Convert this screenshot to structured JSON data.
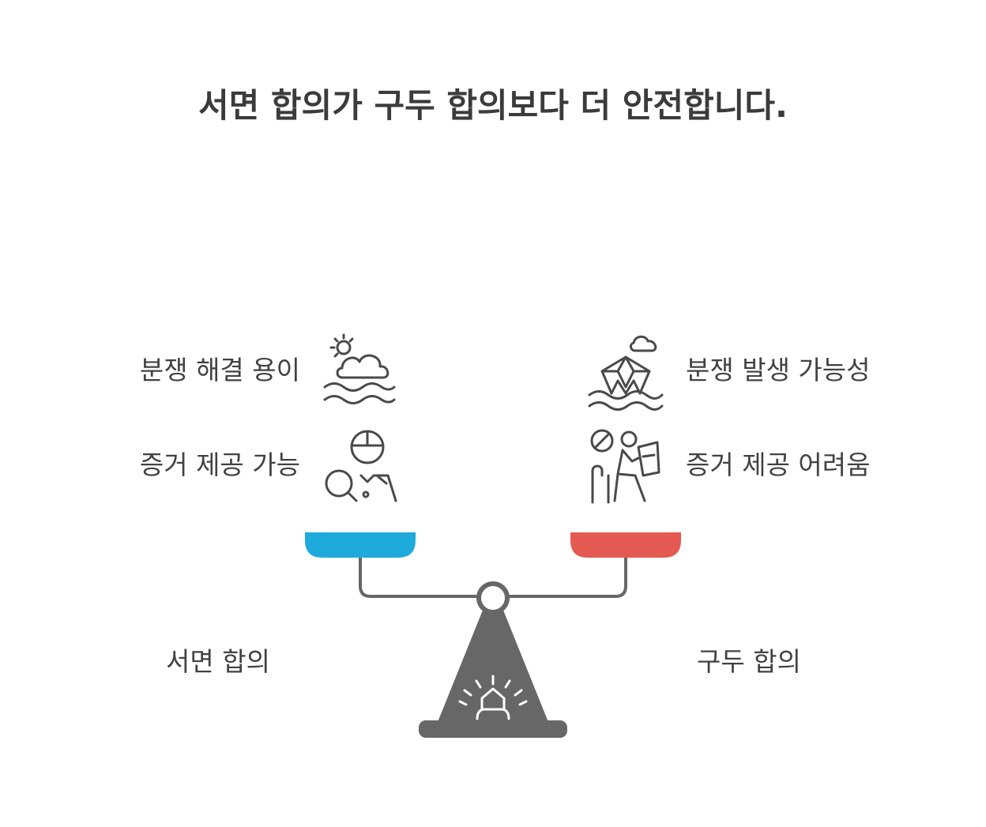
{
  "title": "서면 합의가 구두 합의보다 더 안전합니다.",
  "left": {
    "name": "서면 합의",
    "items": [
      {
        "label": "분쟁 해결 용이",
        "icon": "sun-cloud-waves-icon"
      },
      {
        "label": "증거 제공 가능",
        "icon": "detective-magnifier-icon"
      }
    ],
    "pan_color": "#1eaadb"
  },
  "right": {
    "name": "구두 합의",
    "items": [
      {
        "label": "분쟁 발생 가능성",
        "icon": "paper-boat-storm-icon"
      },
      {
        "label": "증거 제공 어려움",
        "icon": "no-evidence-reader-icon"
      }
    ],
    "pan_color": "#e45a52"
  },
  "scale_color": "#676767"
}
